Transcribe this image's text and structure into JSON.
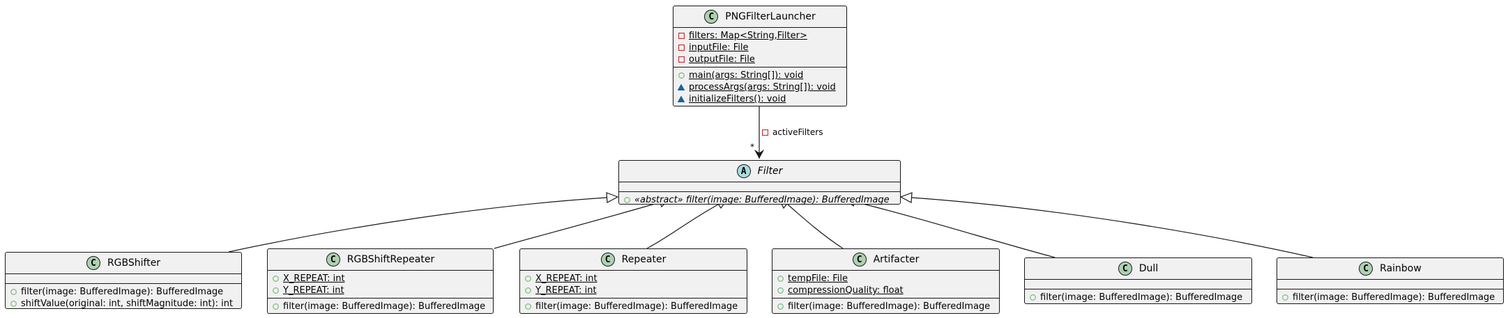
{
  "classes": {
    "launcher": {
      "kind": "C",
      "name": "PNGFilterLauncher",
      "fields": [
        {
          "vis": "private",
          "text": "filters: Map<String,Filter>",
          "static": true
        },
        {
          "vis": "private",
          "text": "inputFile: File",
          "static": true
        },
        {
          "vis": "private",
          "text": "outputFile: File",
          "static": true
        }
      ],
      "methods": [
        {
          "vis": "public",
          "text": "main(args: String[]): void",
          "static": true
        },
        {
          "vis": "package",
          "text": "processArgs(args: String[]): void",
          "static": true
        },
        {
          "vis": "package",
          "text": "initializeFilters(): void",
          "static": true
        }
      ]
    },
    "filter": {
      "kind": "A",
      "name": "Filter",
      "fields": [],
      "methods": [
        {
          "vis": "public",
          "text": "«abstract» filter(image: BufferedImage): BufferedImage",
          "abstract": true
        }
      ]
    },
    "rgbshifter": {
      "kind": "C",
      "name": "RGBShifter",
      "fields": [],
      "methods": [
        {
          "vis": "public",
          "text": "filter(image: BufferedImage): BufferedImage"
        },
        {
          "vis": "public",
          "text": "shiftValue(original: int, shiftMagnitude: int): int"
        }
      ]
    },
    "rgbshiftrepeater": {
      "kind": "C",
      "name": "RGBShiftRepeater",
      "fields": [
        {
          "vis": "public",
          "text": "X_REPEAT: int",
          "static": true
        },
        {
          "vis": "public",
          "text": "Y_REPEAT: int",
          "static": true
        }
      ],
      "methods": [
        {
          "vis": "public",
          "text": "filter(image: BufferedImage): BufferedImage"
        }
      ]
    },
    "repeater": {
      "kind": "C",
      "name": "Repeater",
      "fields": [
        {
          "vis": "public",
          "text": "X_REPEAT: int",
          "static": true
        },
        {
          "vis": "public",
          "text": "Y_REPEAT: int",
          "static": true
        }
      ],
      "methods": [
        {
          "vis": "public",
          "text": "filter(image: BufferedImage): BufferedImage"
        }
      ]
    },
    "artifacter": {
      "kind": "C",
      "name": "Artifacter",
      "fields": [
        {
          "vis": "public",
          "text": "tempFile: File",
          "static": true
        },
        {
          "vis": "public",
          "text": "compressionQuality: float",
          "static": true
        }
      ],
      "methods": [
        {
          "vis": "public",
          "text": "filter(image: BufferedImage): BufferedImage"
        }
      ]
    },
    "dull": {
      "kind": "C",
      "name": "Dull",
      "fields": [],
      "methods": [
        {
          "vis": "public",
          "text": "filter(image: BufferedImage): BufferedImage"
        }
      ]
    },
    "rainbow": {
      "kind": "C",
      "name": "Rainbow",
      "fields": [],
      "methods": [
        {
          "vis": "public",
          "text": "filter(image: BufferedImage): BufferedImage"
        }
      ]
    }
  },
  "association": {
    "vis": "private",
    "label": "activeFilters",
    "multiplicity": "*"
  },
  "colors": {
    "class_circle": "#add1b2",
    "abstract_circle": "#a9dcdf",
    "box_fill": "#f1f1f1",
    "border": "#181818",
    "private": "#c82930",
    "public": "#84be84",
    "package": "#1963a0"
  }
}
